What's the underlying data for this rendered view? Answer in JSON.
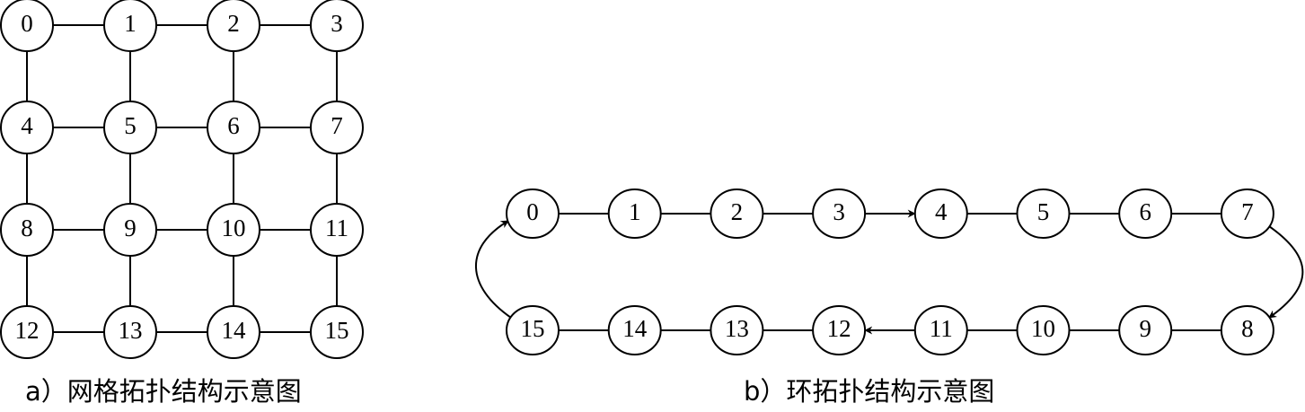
{
  "grid": {
    "rows": 4,
    "cols": 4,
    "nodes": [
      "0",
      "1",
      "2",
      "3",
      "4",
      "5",
      "6",
      "7",
      "8",
      "9",
      "10",
      "11",
      "12",
      "13",
      "14",
      "15"
    ],
    "caption": "a）网格拓扑结构示意图"
  },
  "ring": {
    "top_row": [
      "0",
      "1",
      "2",
      "3",
      "4",
      "5",
      "6",
      "7"
    ],
    "bottom_row": [
      "15",
      "14",
      "13",
      "12",
      "11",
      "10",
      "9",
      "8"
    ],
    "arrows": [
      {
        "from": "3",
        "to": "4"
      },
      {
        "from": "7",
        "to": "8"
      },
      {
        "from": "11",
        "to": "12"
      },
      {
        "from": "15",
        "to": "0"
      }
    ],
    "caption": "b）环拓扑结构示意图"
  },
  "colors": {
    "stroke": "#000000",
    "node_fill": "#ffffff",
    "background": "#ffffff"
  }
}
